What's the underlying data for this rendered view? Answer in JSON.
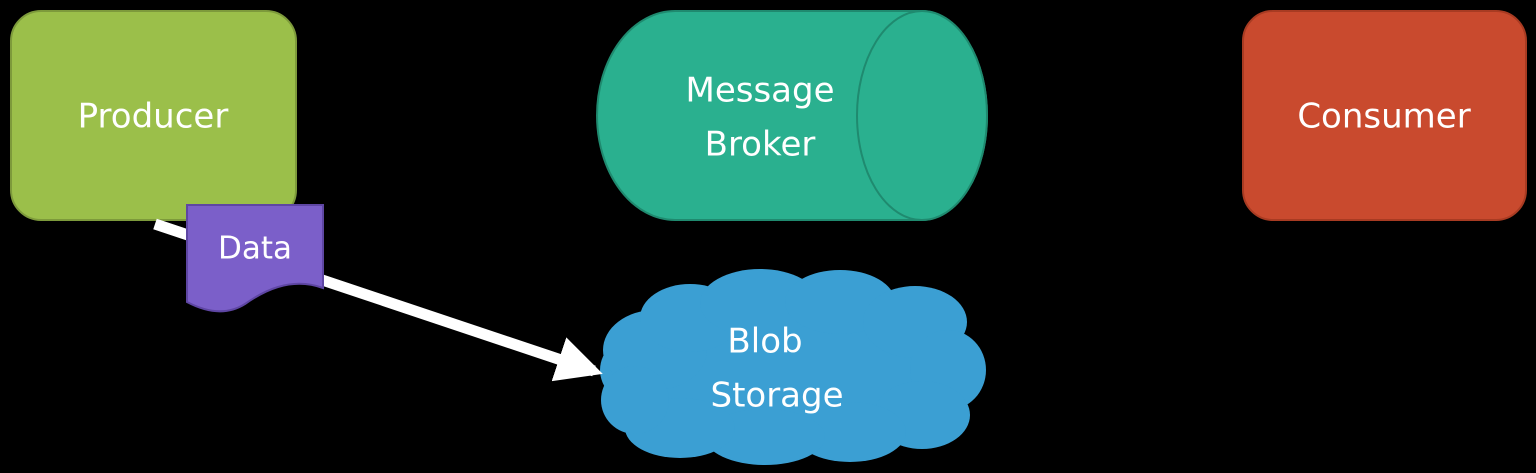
{
  "colors": {
    "background": "#000000",
    "producer": "#9bbf4a",
    "producer_stroke": "#7d9a3b",
    "broker": "#2ab08f",
    "broker_stroke": "#1f8a6f",
    "consumer": "#c94a2e",
    "consumer_stroke": "#a83b22",
    "storage": "#3b9fd3",
    "storage_stroke": "#2a7fb0",
    "data": "#7b5fc9",
    "data_stroke": "#5e46a3",
    "arrow": "#ffffff",
    "text": "#ffffff"
  },
  "nodes": {
    "producer": {
      "label": "Producer",
      "shape": "rounded-rectangle"
    },
    "broker": {
      "line1": "Message",
      "line2": "Broker",
      "shape": "cylinder"
    },
    "consumer": {
      "label": "Consumer",
      "shape": "rounded-rectangle"
    },
    "storage": {
      "line1": "Blob",
      "line2": "Storage",
      "shape": "cloud"
    },
    "data": {
      "label": "Data",
      "shape": "document"
    }
  },
  "edges": [
    {
      "from": "producer",
      "to": "storage",
      "style": "solid-arrow"
    }
  ]
}
